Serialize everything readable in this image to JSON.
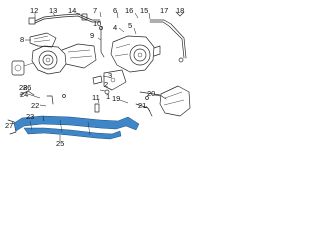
{
  "callouts": {
    "c1": "1",
    "c2": "2",
    "c3": "3",
    "c4": "4",
    "c5": "5",
    "c6": "6",
    "c7": "7",
    "c8": "8",
    "c9": "9",
    "c10": "10",
    "c11": "11",
    "c12": "12",
    "c13": "13",
    "c14": "14",
    "c15": "15",
    "c16": "16",
    "c17": "17",
    "c18": "18",
    "c19": "19",
    "c20": "20",
    "c21": "21",
    "c22": "22",
    "c23": "23",
    "c24": "24",
    "c25": "25",
    "c26": "26",
    "c27": "27",
    "c28": "28"
  },
  "colors": {
    "highlight": "#3f86c9",
    "line": "#2a2a2a"
  }
}
